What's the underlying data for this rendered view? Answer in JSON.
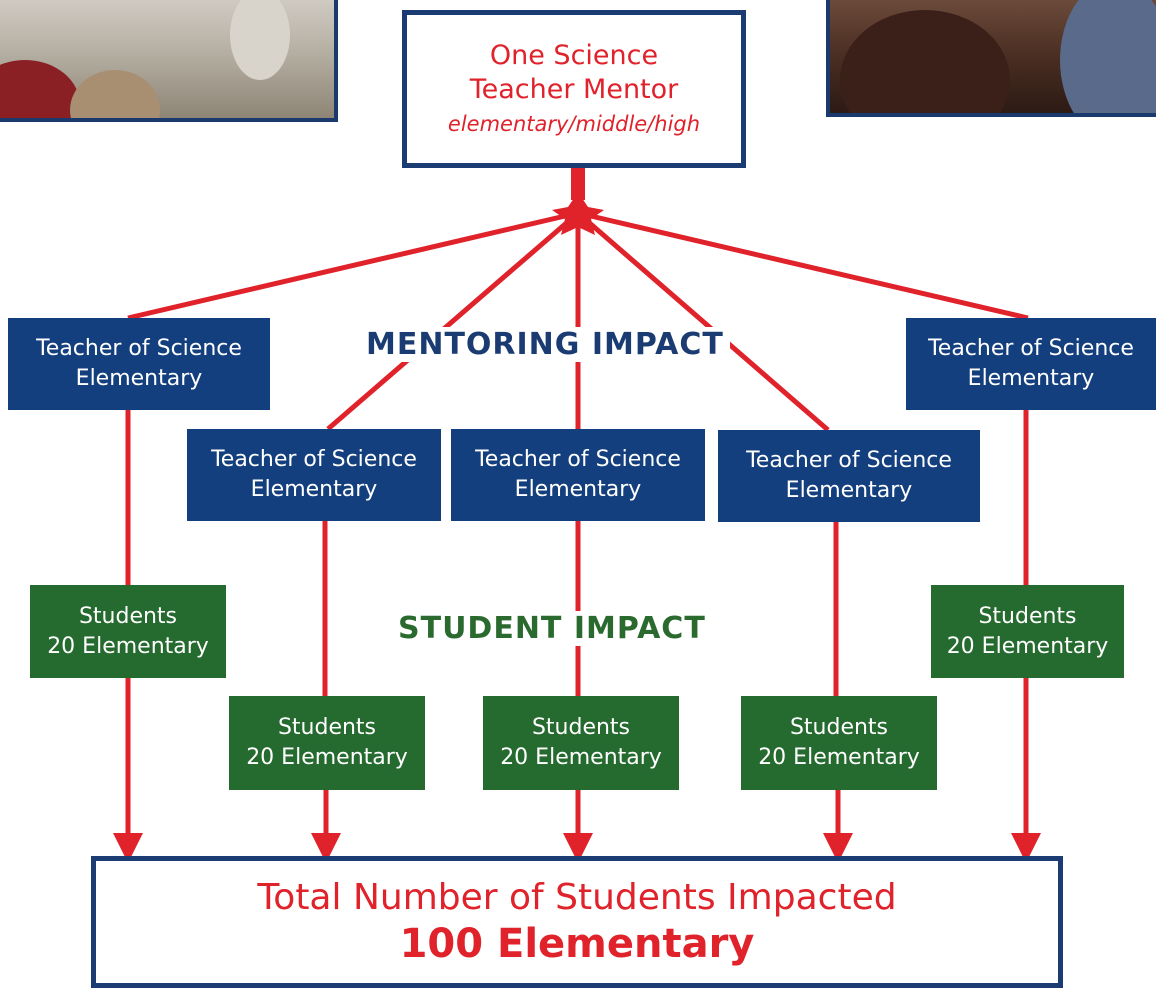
{
  "mentor": {
    "line1": "One Science",
    "line2": "Teacher Mentor",
    "level": "elementary/middle/high"
  },
  "headings": {
    "mentoring": "MENTORING IMPACT",
    "student": "STUDENT IMPACT"
  },
  "teachers": [
    {
      "title": "Teacher of Science",
      "level": "Elementary"
    },
    {
      "title": "Teacher of Science",
      "level": "Elementary"
    },
    {
      "title": "Teacher of Science",
      "level": "Elementary"
    },
    {
      "title": "Teacher of Science",
      "level": "Elementary"
    },
    {
      "title": "Teacher of Science",
      "level": "Elementary"
    }
  ],
  "students": [
    {
      "label": "Students",
      "count": "20 Elementary"
    },
    {
      "label": "Students",
      "count": "20 Elementary"
    },
    {
      "label": "Students",
      "count": "20 Elementary"
    },
    {
      "label": "Students",
      "count": "20 Elementary"
    },
    {
      "label": "Students",
      "count": "20 Elementary"
    }
  ],
  "total": {
    "label": "Total Number of Students Impacted",
    "value": "100 Elementary"
  },
  "colors": {
    "navy": "#143f7e",
    "green": "#256a2e",
    "red": "#e0222b"
  }
}
